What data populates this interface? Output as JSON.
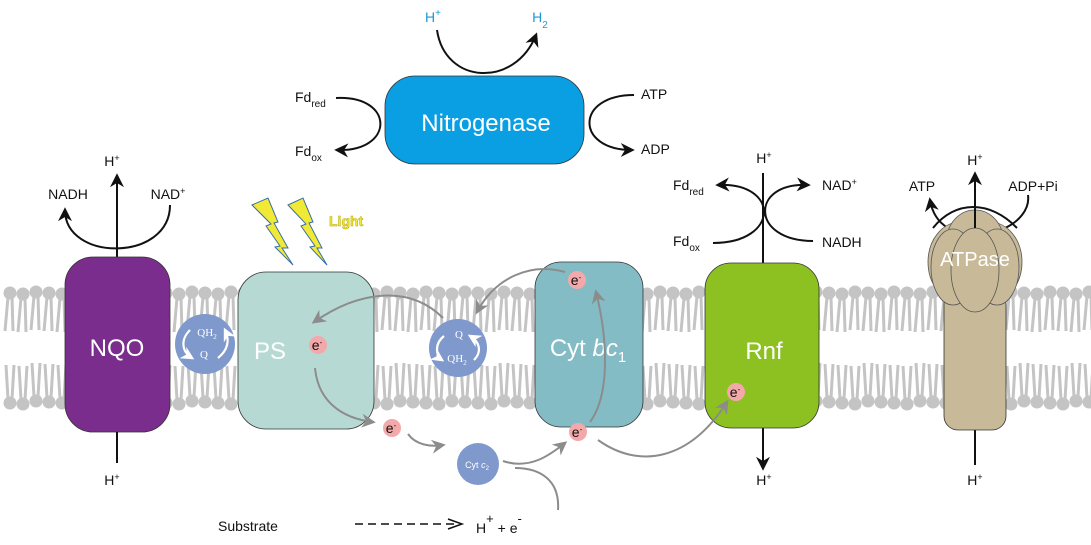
{
  "title": "Photosynthetic bacterial membrane electron transport and nitrogenase",
  "colors": {
    "nqo": "#7b2d8e",
    "ps": "#b6dad3",
    "cytbc1": "#84bcc6",
    "rnf": "#8dc021",
    "atpase": "#c8ba98",
    "nitrogenase": "#0a9ee2",
    "quinone_pool": "#8099cc",
    "electron": "#f3a8aa",
    "lipid": "#c4c4c4",
    "hydrogen_label": "#1a9ad6",
    "light": "#f0e936"
  },
  "nitrogenase": {
    "label": "Nitrogenase",
    "h_in": "H",
    "h_in_sup": "+",
    "h_out": "H",
    "h_out_sub": "2",
    "fd_red": "Fd",
    "fd_red_sub": "red",
    "fd_ox": "Fd",
    "fd_ox_sub": "ox",
    "atp": "ATP",
    "adp": "ADP"
  },
  "nqo": {
    "label": "NQO",
    "h_top": "H",
    "h_top_sup": "+",
    "h_bottom": "H",
    "h_bottom_sup": "+",
    "nadh": "NADH",
    "nad": "NAD",
    "nad_sup": "+"
  },
  "quinone_left": {
    "qh2": "QH",
    "qh2_sub": "2",
    "q": "Q"
  },
  "quinone_right": {
    "q": "Q",
    "qh2": "QH",
    "qh2_sub": "2"
  },
  "ps": {
    "label": "PS",
    "light": "Light"
  },
  "electron": {
    "label": "e",
    "sup": "-"
  },
  "cytc2": {
    "label": "Cyt ",
    "italic": "c",
    "sub": "2"
  },
  "cytbc1": {
    "label": "Cyt ",
    "italic": "bc",
    "sub": "1"
  },
  "rnf": {
    "label": "Rnf",
    "h_top": "H",
    "h_top_sup": "+",
    "h_bottom": "H",
    "h_bottom_sup": "+",
    "fd_red": "Fd",
    "fd_red_sub": "red",
    "fd_ox": "Fd",
    "fd_ox_sub": "ox",
    "nad": "NAD",
    "nad_sup": "+",
    "nadh": "NADH"
  },
  "atpase": {
    "label": "ATPase",
    "h_top": "H",
    "h_top_sup": "+",
    "h_bottom": "H",
    "h_bottom_sup": "+",
    "atp": "ATP",
    "adp_pi": "ADP+Pi"
  },
  "substrate": {
    "label": "Substrate",
    "product_h": "H",
    "product_h_sup": "+",
    "plus": " + ",
    "product_e": "e",
    "product_e_sup": "-"
  }
}
